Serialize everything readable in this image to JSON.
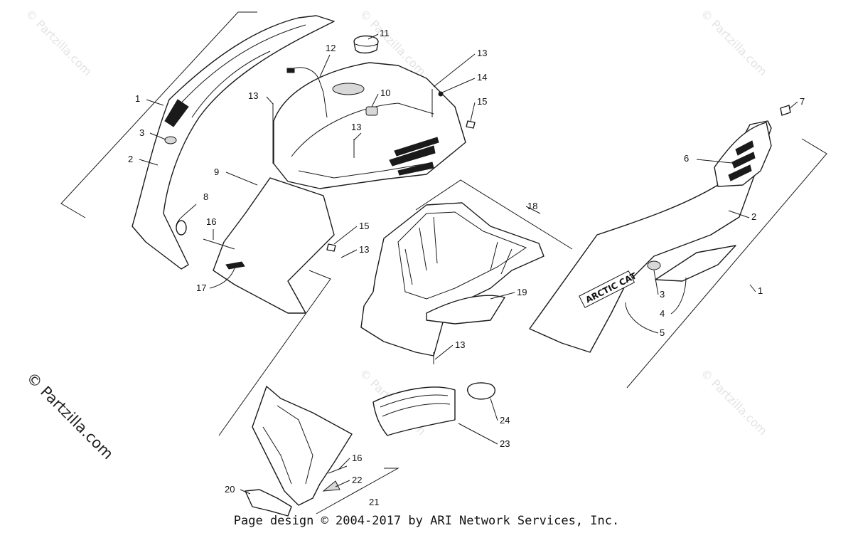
{
  "diagram": {
    "callouts": [
      {
        "id": "c1a",
        "label": "1"
      },
      {
        "id": "c2a",
        "label": "2"
      },
      {
        "id": "c3a",
        "label": "3"
      },
      {
        "id": "c8",
        "label": "8"
      },
      {
        "id": "c16a",
        "label": "16"
      },
      {
        "id": "c17",
        "label": "17"
      },
      {
        "id": "c9",
        "label": "9"
      },
      {
        "id": "c13a",
        "label": "13"
      },
      {
        "id": "c12",
        "label": "12"
      },
      {
        "id": "c11",
        "label": "11"
      },
      {
        "id": "c10",
        "label": "10"
      },
      {
        "id": "c13b",
        "label": "13"
      },
      {
        "id": "c13c",
        "label": "13"
      },
      {
        "id": "c14",
        "label": "14"
      },
      {
        "id": "c15a",
        "label": "15"
      },
      {
        "id": "c15b",
        "label": "15"
      },
      {
        "id": "c13d",
        "label": "13"
      },
      {
        "id": "c18",
        "label": "18"
      },
      {
        "id": "c19",
        "label": "19"
      },
      {
        "id": "c13e",
        "label": "13"
      },
      {
        "id": "c7",
        "label": "7"
      },
      {
        "id": "c6",
        "label": "6"
      },
      {
        "id": "c2b",
        "label": "2"
      },
      {
        "id": "c1b",
        "label": "1"
      },
      {
        "id": "c3b",
        "label": "3"
      },
      {
        "id": "c4",
        "label": "4"
      },
      {
        "id": "c5",
        "label": "5"
      },
      {
        "id": "c24",
        "label": "24"
      },
      {
        "id": "c23",
        "label": "23"
      },
      {
        "id": "c16b",
        "label": "16"
      },
      {
        "id": "c22",
        "label": "22"
      },
      {
        "id": "c21",
        "label": "21"
      },
      {
        "id": "c20",
        "label": "20"
      }
    ],
    "decal_text": "ARCTIC CAT"
  },
  "watermark": {
    "small": "© Partzilla.com",
    "large": "© Partzilla.com"
  },
  "footer": {
    "text": "Page design © 2004-2017 by ARI Network Services, Inc."
  }
}
